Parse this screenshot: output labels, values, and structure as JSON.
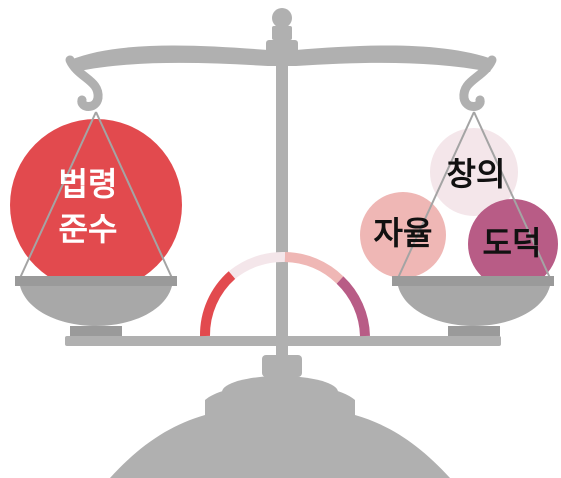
{
  "left_pan": {
    "line1": "법령",
    "line2": "준수",
    "color": "#e24a4e"
  },
  "right_pan": {
    "items": [
      {
        "label": "창의",
        "color": "#f4e6ea"
      },
      {
        "label": "자율",
        "color": "#efb7b5"
      },
      {
        "label": "도덕",
        "color": "#b85c86"
      }
    ]
  },
  "gauge": {
    "segment_colors": [
      "#e24a4e",
      "#f4e6ea",
      "#efb7b5",
      "#b85c86"
    ]
  },
  "colors": {
    "scale_gray": "#b0b0b0",
    "scale_dark": "#8e8e8e"
  }
}
